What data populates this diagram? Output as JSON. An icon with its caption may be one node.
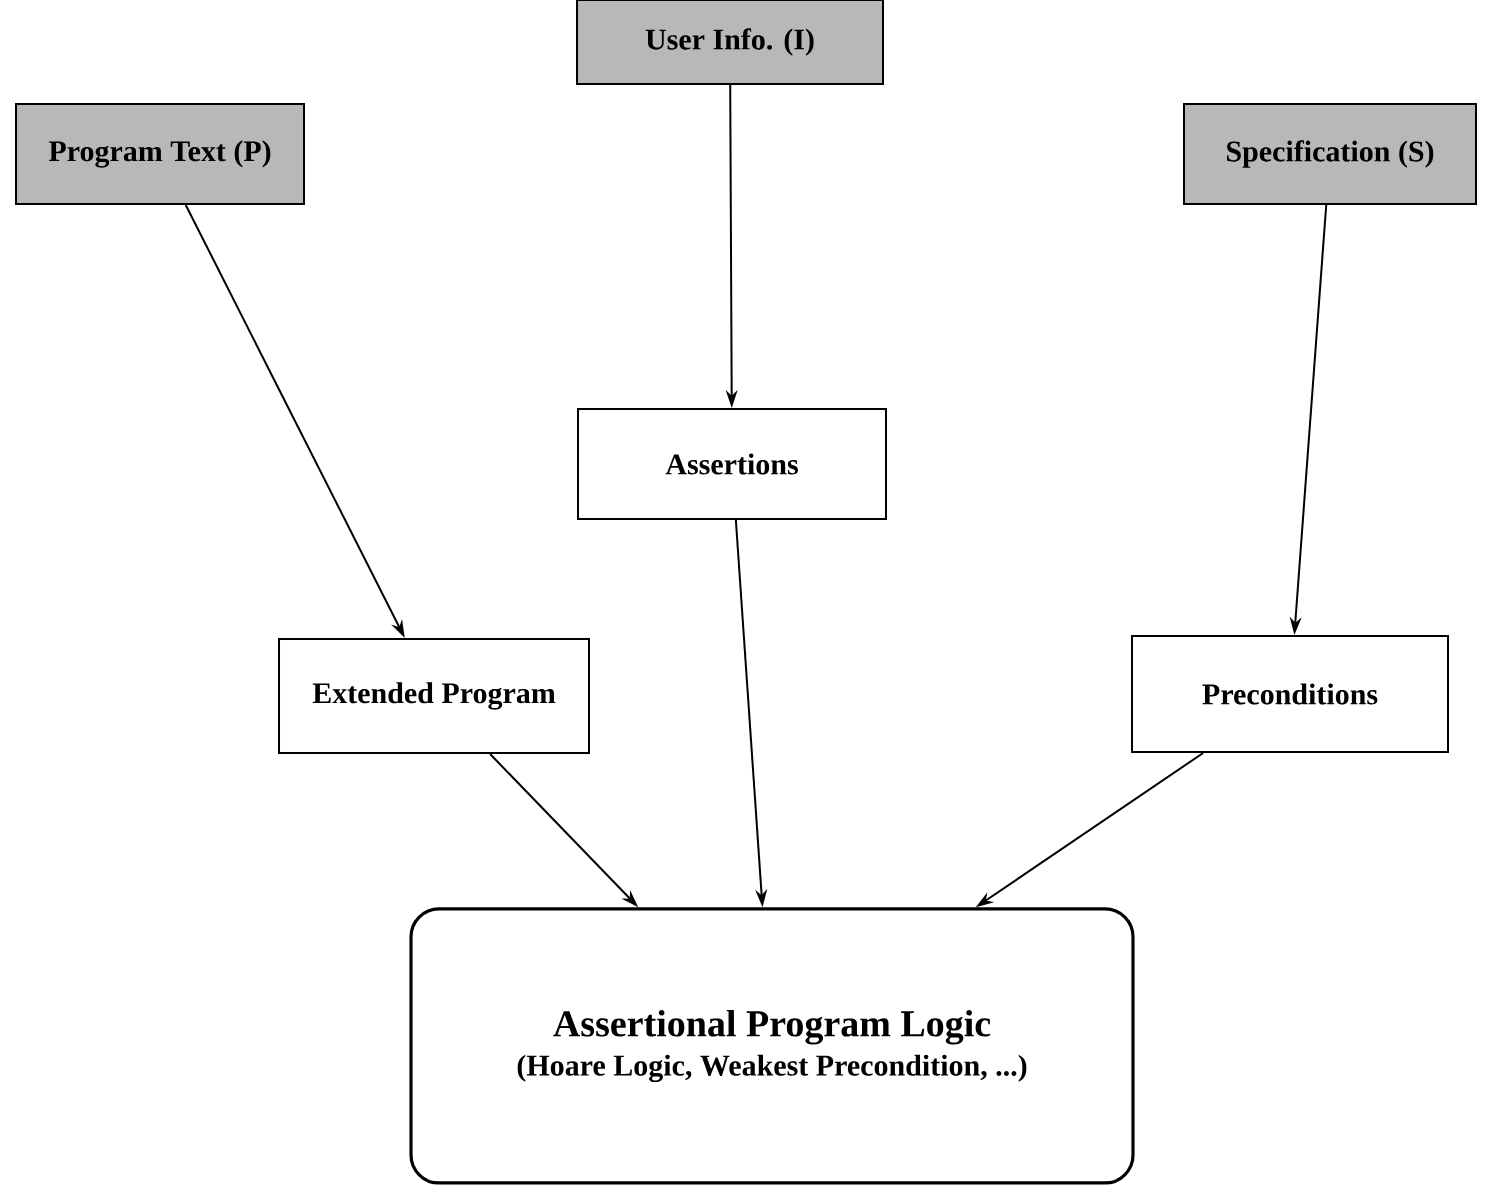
{
  "diagram": {
    "nodes": [
      {
        "text": [
          "User Info. (I)"
        ]
      },
      {
        "text": [
          "Program Text (P)"
        ]
      },
      {
        "text": [
          "Specification (S)"
        ]
      },
      {
        "text": [
          "Assertions"
        ]
      },
      {
        "text": [
          "Extended Program"
        ]
      },
      {
        "text": [
          "Preconditions"
        ]
      },
      {
        "text": [
          "Assertional Program Logic",
          "(Hoare Logic, Weakest Precondition, ...)"
        ]
      }
    ],
    "edges": [
      {
        "from": 1,
        "to": 4,
        "arrow": "to"
      },
      {
        "from": 0,
        "to": 3,
        "arrow": "to"
      },
      {
        "from": 2,
        "to": 5,
        "arrow": "to"
      },
      {
        "from": 4,
        "to": 6,
        "arrow": "to"
      },
      {
        "from": 3,
        "to": 6,
        "arrow": "to"
      },
      {
        "from": 5,
        "to": 6,
        "arrow": "to"
      }
    ]
  }
}
